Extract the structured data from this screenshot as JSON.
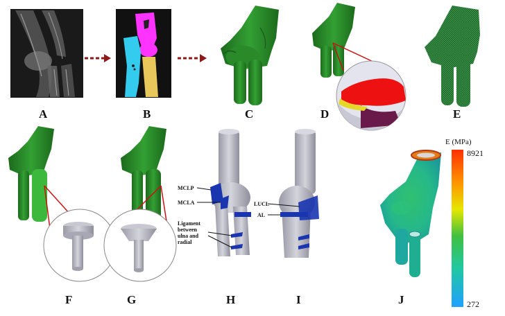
{
  "panels": {
    "a": "A",
    "b": "B",
    "c": "C",
    "d": "D",
    "e": "E",
    "f": "F",
    "g": "G",
    "h": "H",
    "i": "I",
    "j": "J"
  },
  "ligaments": {
    "mclp": "MCLP",
    "mcla": "MCLA",
    "lucl": "LUCL",
    "al": "AL",
    "between_line1": "Ligament",
    "between_line2": "between",
    "between_line3": "ulna and",
    "between_line4": "radial"
  },
  "colorbar": {
    "title": "E (MPa)",
    "max": "8921",
    "min": "272",
    "gradient": [
      "#ff3000",
      "#ff9000",
      "#e6e600",
      "#40c040",
      "#20c8a0",
      "#20a0ff"
    ]
  },
  "colors": {
    "bone_green": "#2e8b2e",
    "bone_dark": "#1f6b1f",
    "arrow": "#8b1a1a",
    "ligament_blue": "#1a35b0",
    "humerus_magenta": "#ff33ff",
    "ulna_cyan": "#33ccee",
    "radius_yellow": "#e8c85a",
    "cartilage_red": "#ee1111",
    "model_gray": "#b8b8c4"
  }
}
